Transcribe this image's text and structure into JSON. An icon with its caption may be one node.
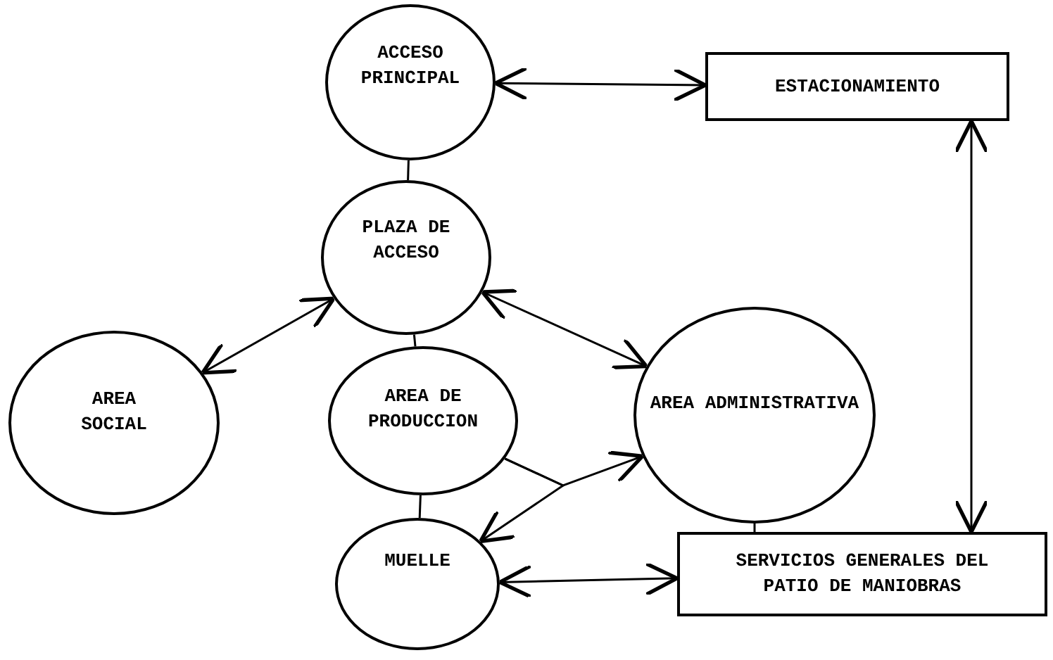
{
  "diagram": {
    "nodes": [
      {
        "text": [
          "ACCESO PRINCIPAL"
        ]
      },
      {
        "text": [
          "ESTACIONAMIENTO"
        ]
      },
      {
        "text": [
          "PLAZA DE ACCESO"
        ]
      },
      {
        "text": [
          "AREA SOCIAL"
        ]
      },
      {
        "text": [
          "AREA DE PRODUCCION"
        ]
      },
      {
        "text": [
          "AREA ADMINISTRATIVA"
        ]
      },
      {
        "text": [
          "MUELLE"
        ]
      },
      {
        "text": [
          "SERVICIOS GENERALES DEL PATIO DE MANIOBRAS"
        ]
      }
    ],
    "edges": [
      {
        "from": 0,
        "to": 1,
        "arrow": "both"
      },
      {
        "from": 0,
        "to": 2,
        "arrow": "none"
      },
      {
        "from": 2,
        "to": 3,
        "arrow": "both"
      },
      {
        "from": 2,
        "to": 4,
        "arrow": "none"
      },
      {
        "from": 2,
        "to": 5,
        "arrow": "both"
      },
      {
        "from": 4,
        "to": 5,
        "arrow": "to"
      },
      {
        "from": 4,
        "to": 6,
        "arrow": "to"
      },
      {
        "from": 4,
        "to": 6,
        "arrow": "none"
      },
      {
        "from": 6,
        "to": 7,
        "arrow": "both"
      },
      {
        "from": 1,
        "to": 7,
        "arrow": "both"
      },
      {
        "from": 5,
        "to": 7,
        "arrow": "none"
      }
    ]
  }
}
